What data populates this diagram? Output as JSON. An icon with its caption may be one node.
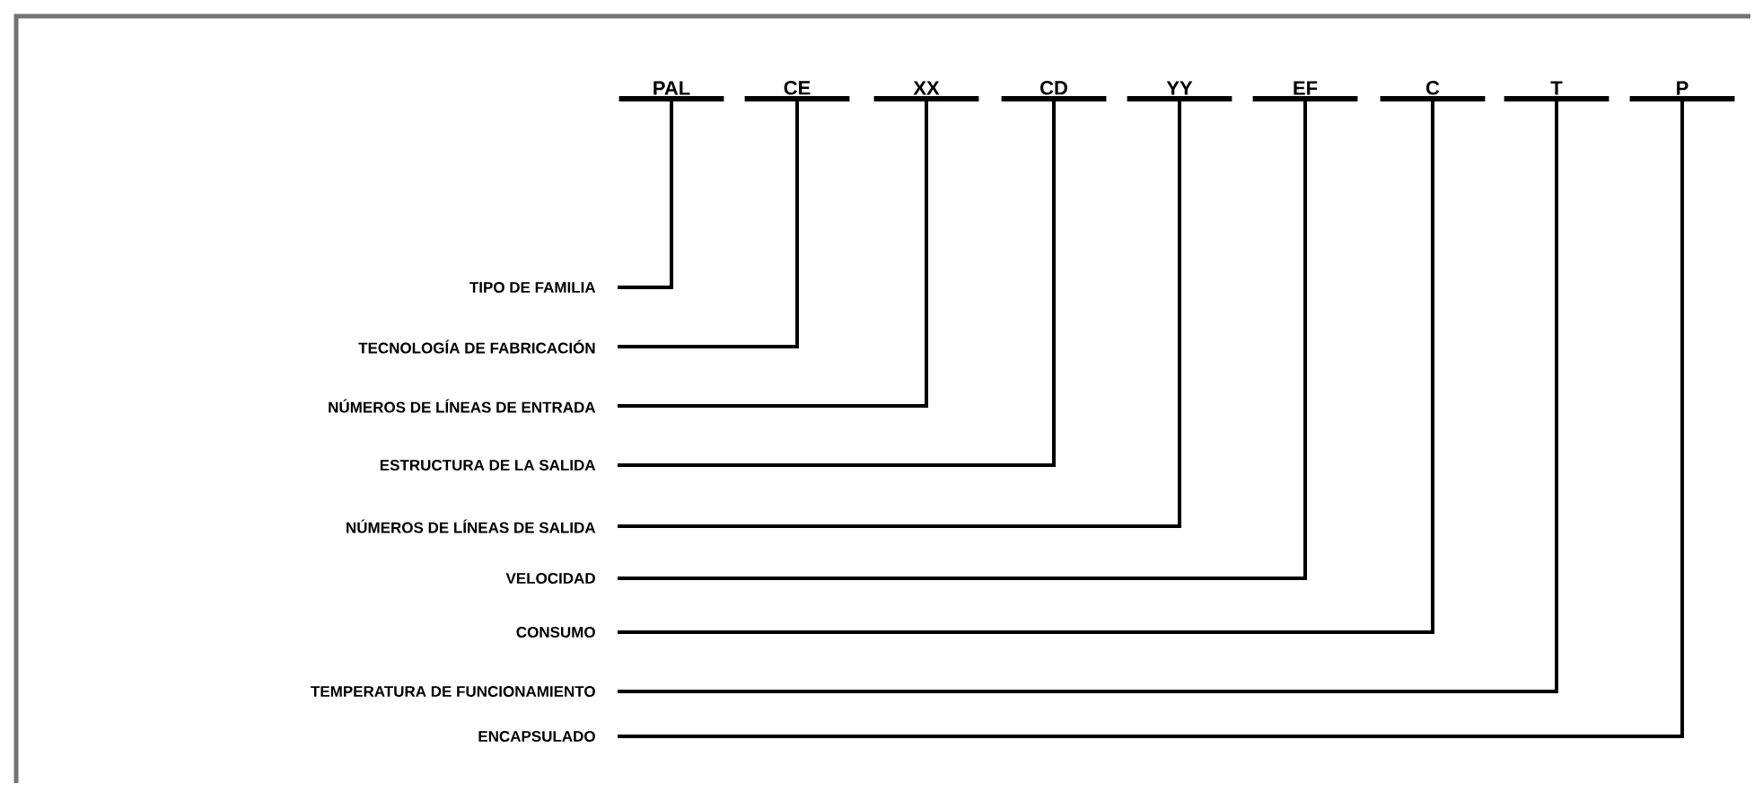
{
  "diagram": {
    "nodes": [
      {
        "text": [
          "PAL"
        ]
      },
      {
        "text": [
          "CE"
        ]
      },
      {
        "text": [
          "XX"
        ]
      },
      {
        "text": [
          "CD"
        ]
      },
      {
        "text": [
          "YY"
        ]
      },
      {
        "text": [
          "EF"
        ]
      },
      {
        "text": [
          "C"
        ]
      },
      {
        "text": [
          "T"
        ]
      },
      {
        "text": [
          "P"
        ]
      },
      {
        "text": [
          "TIPO DE FAMILIA"
        ]
      },
      {
        "text": [
          "TECNOLOGÍA DE FABRICACIÓN"
        ]
      },
      {
        "text": [
          "NÚMEROS DE LÍNEAS DE ENTRADA"
        ]
      },
      {
        "text": [
          "ESTRUCTURA DE LA SALIDA"
        ]
      },
      {
        "text": [
          "NÚMEROS DE LÍNEAS DE SALIDA"
        ]
      },
      {
        "text": [
          "VELOCIDAD"
        ]
      },
      {
        "text": [
          "CONSUMO"
        ]
      },
      {
        "text": [
          "TEMPERATURA DE FUNCIONAMIENTO"
        ]
      },
      {
        "text": [
          "ENCAPSULADO"
        ]
      }
    ],
    "edges": [
      {
        "from": 9,
        "to": 0,
        "arrow": "none"
      },
      {
        "from": 10,
        "to": 1,
        "arrow": "none"
      },
      {
        "from": 11,
        "to": 2,
        "arrow": "none"
      },
      {
        "from": 12,
        "to": 3,
        "arrow": "none"
      },
      {
        "from": 13,
        "to": 4,
        "arrow": "none"
      },
      {
        "from": 14,
        "to": 5,
        "arrow": "none"
      },
      {
        "from": 15,
        "to": 6,
        "arrow": "none"
      },
      {
        "from": 16,
        "to": 7,
        "arrow": "none"
      },
      {
        "from": 17,
        "to": 8,
        "arrow": "none"
      }
    ]
  }
}
